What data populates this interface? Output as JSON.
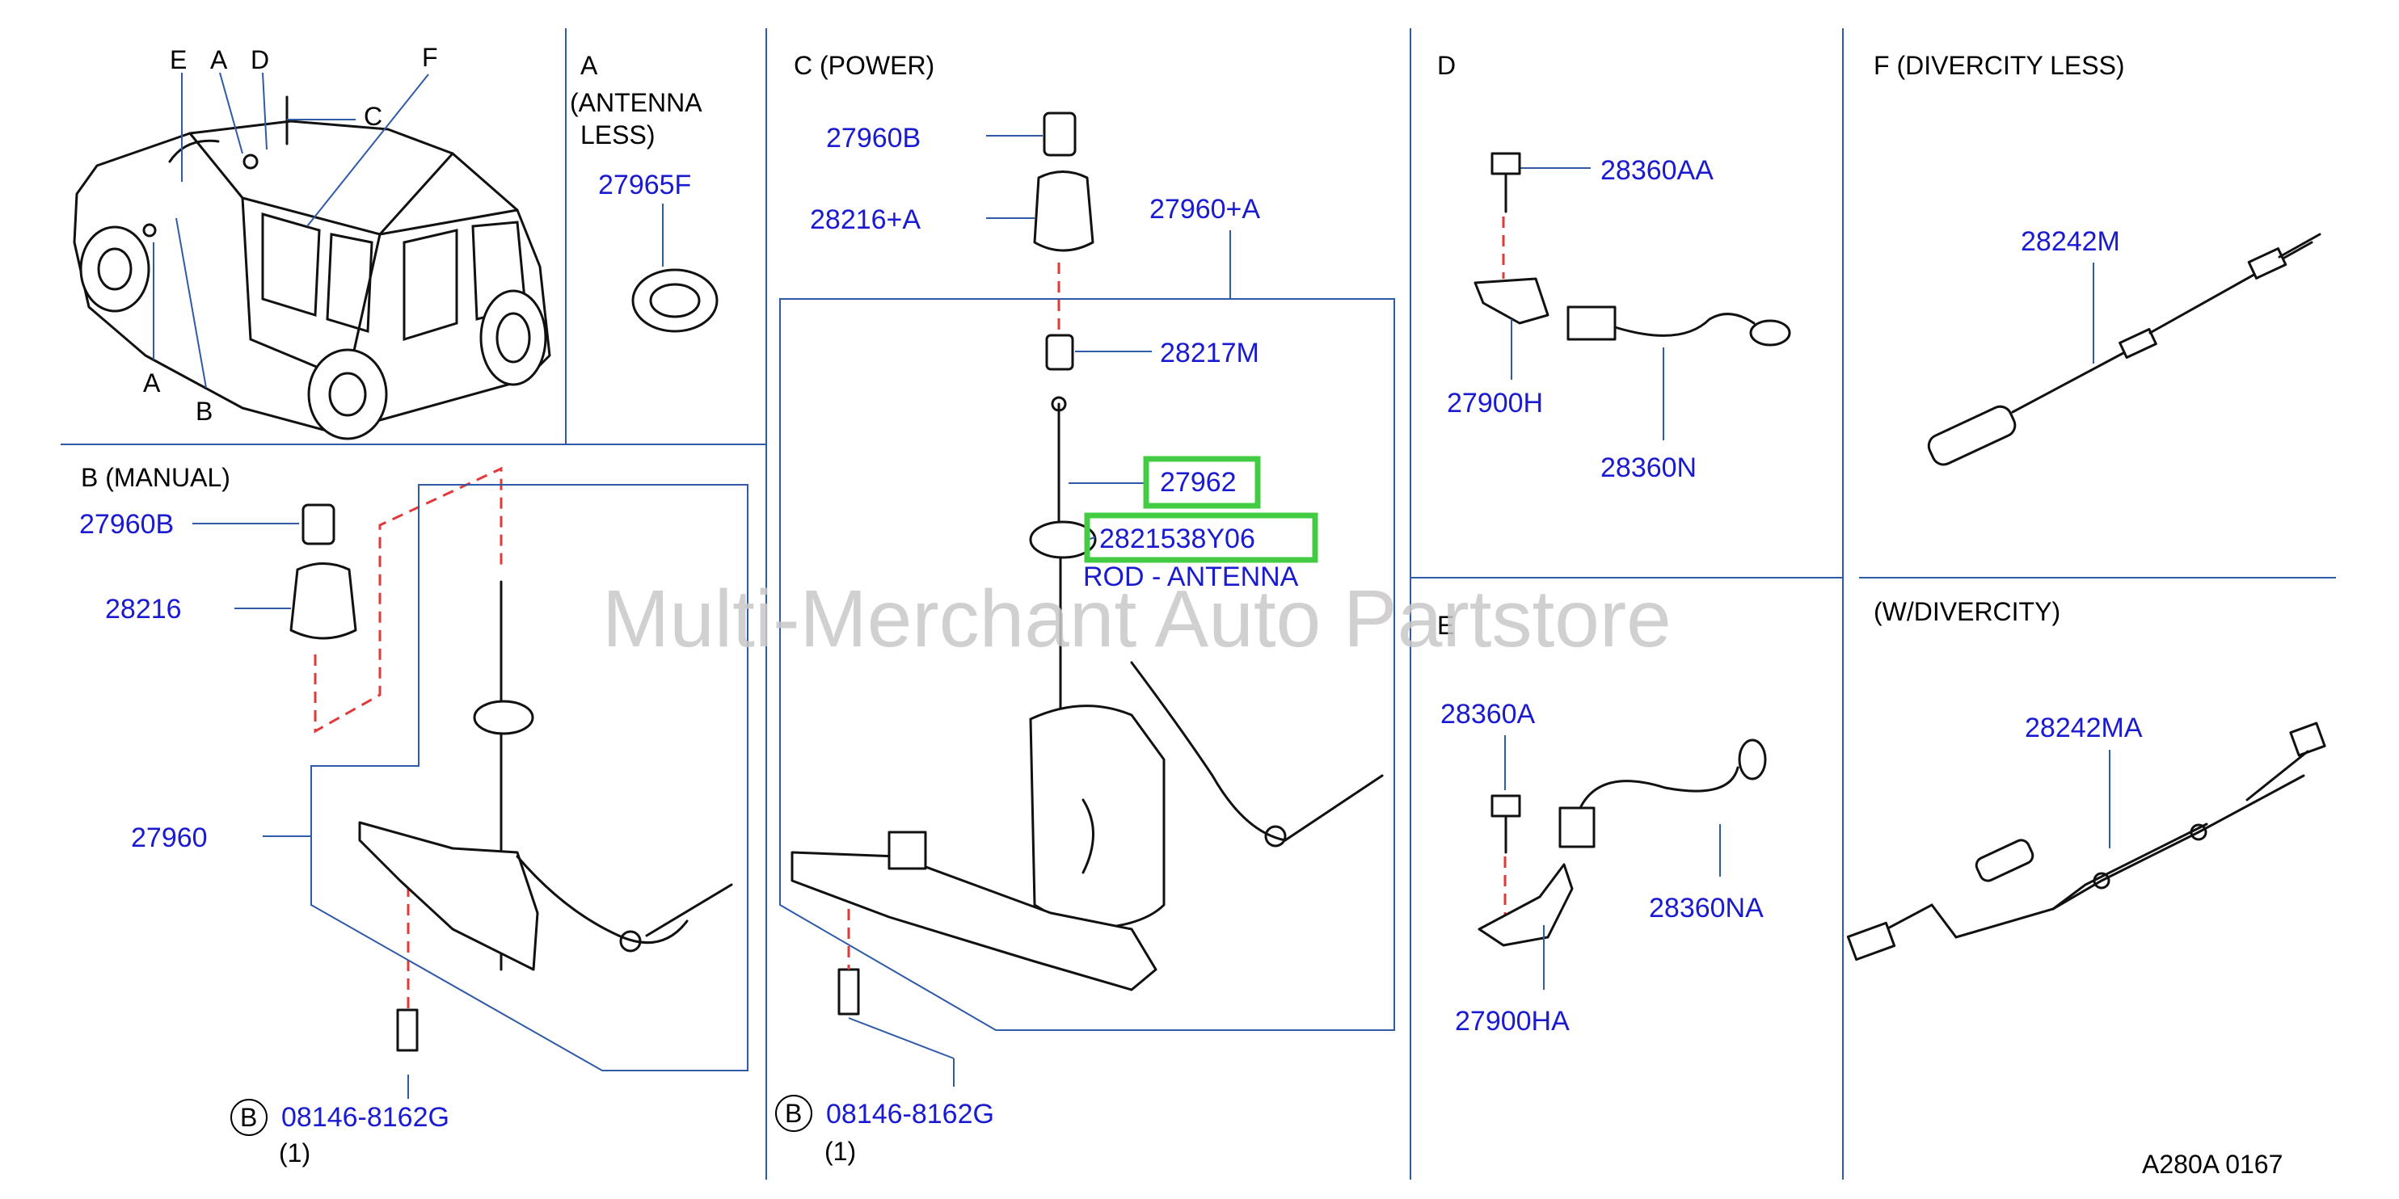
{
  "sections": {
    "a_title": "A",
    "a_sub1": "(ANTENNA",
    "a_sub2": "LESS)",
    "b_title": "B  (MANUAL)",
    "c_title": "C  (POWER)",
    "d_title": "D",
    "e_title": "E",
    "f_title": "F  (DIVERCITY   LESS)",
    "w_title": "(W/DIVERCITY)"
  },
  "vehicle_labels": {
    "e": "E",
    "a_top": "A",
    "d": "D",
    "f": "F",
    "c": "C",
    "a_bottom": "A",
    "b": "B"
  },
  "parts": {
    "p27965F": "27965F",
    "b_27960B": "27960B",
    "b_28216": "28216",
    "b_27960": "27960",
    "b_bolt": "08146-8162G",
    "b_qty": "(1)",
    "b_circle": "B",
    "c_27960B": "27960B",
    "c_28216A": "28216+A",
    "c_27960A": "27960+A",
    "c_28217M": "28217M",
    "c_27962": "27962",
    "c_rod_pn": "2821538Y06",
    "c_rod_name": "ROD - ANTENNA",
    "c_bolt": "08146-8162G",
    "c_qty": "(1)",
    "c_circle": "B",
    "d_28360AA": "28360AA",
    "d_27900H": "27900H",
    "d_28360N": "28360N",
    "e_28360A": "28360A",
    "e_28360NA": "28360NA",
    "e_27900HA": "27900HA",
    "f_28242M": "28242M",
    "w_28242MA": "28242MA"
  },
  "watermark": "Multi-Merchant Auto Partstore",
  "footer_code": "A280A   0167",
  "colors": {
    "part_number": "#1a1ad0",
    "leader": "#2f5aa8",
    "dash": "#e23a3a",
    "highlight": "#43cc43",
    "watermark": "#c8c8c8"
  }
}
